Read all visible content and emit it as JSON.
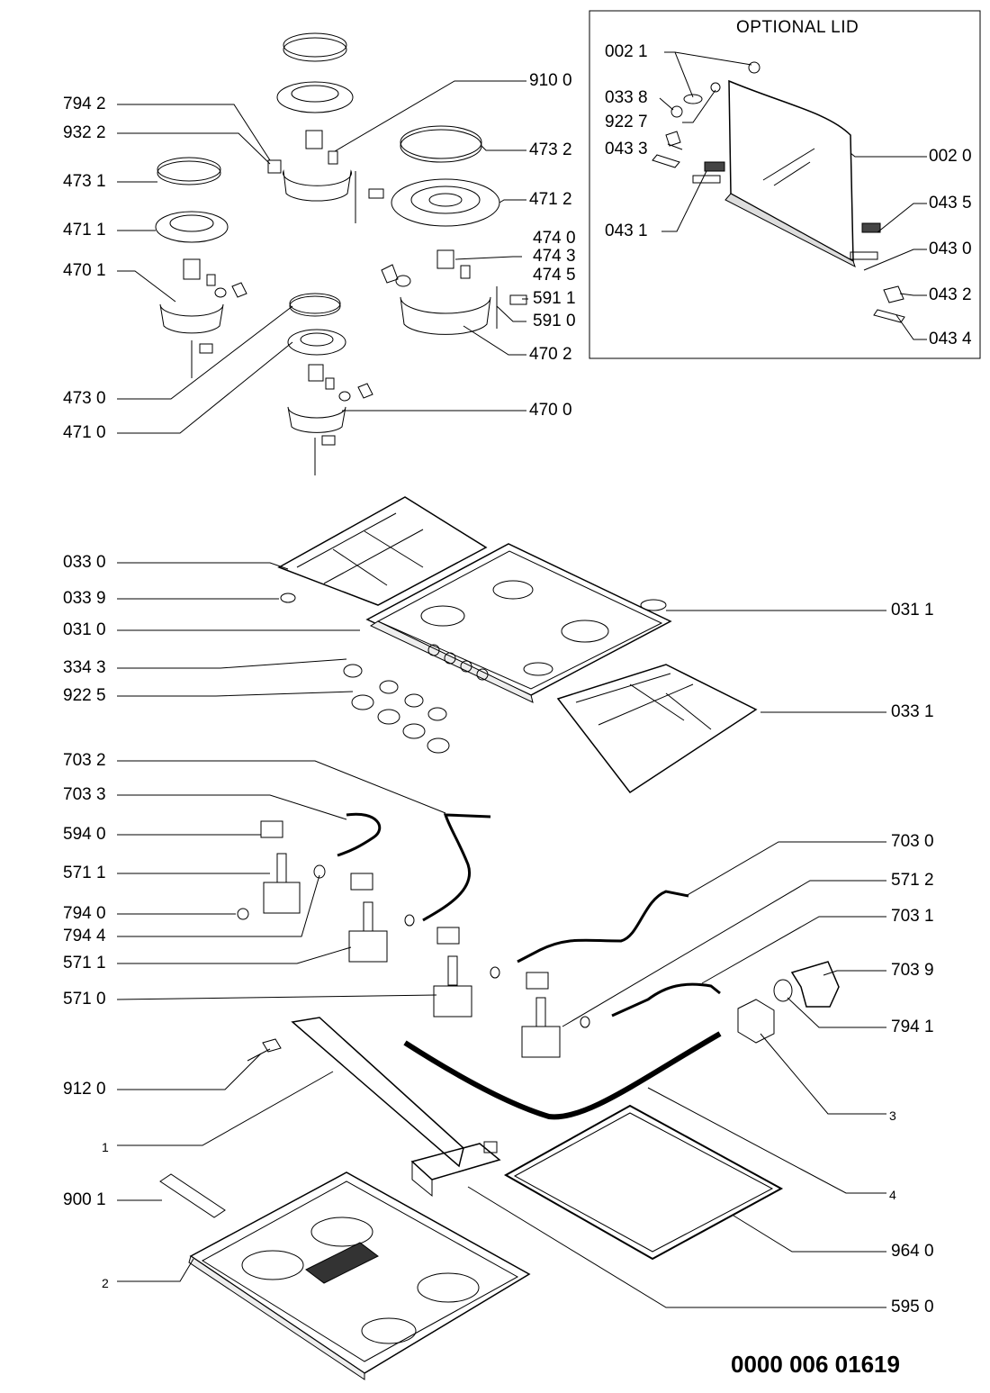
{
  "lid_title": "OPTIONAL LID",
  "document_code": "0000 006 01619",
  "left_callouts": [
    {
      "id": "794-2",
      "text": "794 2"
    },
    {
      "id": "932-2",
      "text": "932 2"
    },
    {
      "id": "473-1",
      "text": "473 1"
    },
    {
      "id": "471-1",
      "text": "471 1"
    },
    {
      "id": "470-1",
      "text": "470 1"
    },
    {
      "id": "473-0",
      "text": "473 0"
    },
    {
      "id": "471-0",
      "text": "471 0"
    },
    {
      "id": "033-0",
      "text": "033 0"
    },
    {
      "id": "033-9",
      "text": "033 9"
    },
    {
      "id": "031-0",
      "text": "031 0"
    },
    {
      "id": "334-3",
      "text": "334 3"
    },
    {
      "id": "922-5",
      "text": "922 5"
    },
    {
      "id": "703-2",
      "text": "703 2"
    },
    {
      "id": "703-3",
      "text": "703 3"
    },
    {
      "id": "594-0",
      "text": "594 0"
    },
    {
      "id": "571-1a",
      "text": "571 1"
    },
    {
      "id": "794-0",
      "text": "794 0"
    },
    {
      "id": "794-4",
      "text": "794 4"
    },
    {
      "id": "571-1b",
      "text": "571 1"
    },
    {
      "id": "571-0",
      "text": "571 0"
    },
    {
      "id": "912-0",
      "text": "912 0"
    },
    {
      "id": "1",
      "text": "1"
    },
    {
      "id": "900-1",
      "text": "900 1"
    },
    {
      "id": "2",
      "text": "2"
    }
  ],
  "right_callouts": [
    {
      "id": "910-0",
      "text": "910 0"
    },
    {
      "id": "473-2",
      "text": "473 2"
    },
    {
      "id": "471-2",
      "text": "471 2"
    },
    {
      "id": "474-0",
      "text": "474 0"
    },
    {
      "id": "474-3",
      "text": "474 3"
    },
    {
      "id": "474-5",
      "text": "474 5"
    },
    {
      "id": "591-1",
      "text": "591 1"
    },
    {
      "id": "591-0",
      "text": "591 0"
    },
    {
      "id": "470-2",
      "text": "470 2"
    },
    {
      "id": "470-0",
      "text": "470 0"
    },
    {
      "id": "031-1",
      "text": "031 1"
    },
    {
      "id": "033-1",
      "text": "033 1"
    },
    {
      "id": "703-0",
      "text": "703 0"
    },
    {
      "id": "571-2",
      "text": "571 2"
    },
    {
      "id": "703-1",
      "text": "703 1"
    },
    {
      "id": "703-9",
      "text": "703 9"
    },
    {
      "id": "794-1",
      "text": "794 1"
    },
    {
      "id": "3",
      "text": "3"
    },
    {
      "id": "4",
      "text": "4"
    },
    {
      "id": "964-0",
      "text": "964 0"
    },
    {
      "id": "595-0",
      "text": "595 0"
    }
  ],
  "lid_callouts": [
    {
      "id": "002-1",
      "text": "002 1"
    },
    {
      "id": "033-8",
      "text": "033 8"
    },
    {
      "id": "922-7",
      "text": "922 7"
    },
    {
      "id": "043-3",
      "text": "043 3"
    },
    {
      "id": "043-1",
      "text": "043 1"
    },
    {
      "id": "002-0",
      "text": "002 0"
    },
    {
      "id": "043-5",
      "text": "043 5"
    },
    {
      "id": "043-0",
      "text": "043 0"
    },
    {
      "id": "043-2",
      "text": "043 2"
    },
    {
      "id": "043-4",
      "text": "043 4"
    }
  ]
}
